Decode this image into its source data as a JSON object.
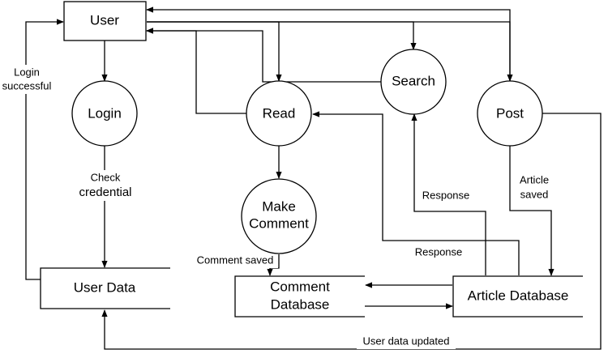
{
  "nodes": {
    "user": "User",
    "login": "Login",
    "read": "Read",
    "search": "Search",
    "post": "Post",
    "make_comment_line1": "Make",
    "make_comment_line2": "Comment",
    "user_data": "User Data",
    "comment_db_line1": "Comment",
    "comment_db_line2": "Database",
    "article_db": "Article Database"
  },
  "edge_labels": {
    "login_successful_line1": "Login",
    "login_successful_line2": "successful",
    "check_credential_line1": "Check",
    "check_credential_line2": "credential",
    "comment_saved": "Comment saved",
    "response_search": "Response",
    "response_read": "Response",
    "article_saved_line1": "Article",
    "article_saved_line2": "saved",
    "user_data_updated": "User data updated"
  }
}
